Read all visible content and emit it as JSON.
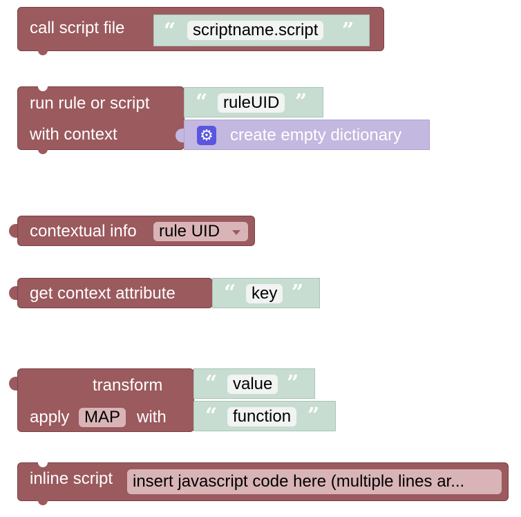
{
  "blocks": {
    "call_script": {
      "label": "call script file",
      "value": "scriptname.script"
    },
    "run_rule": {
      "label1": "run rule or script",
      "label2": "with context",
      "value": "ruleUID",
      "dict_label": "create empty dictionary",
      "dict_icon": "gear-icon"
    },
    "contextual_info": {
      "label": "contextual info",
      "dropdown": "rule UID"
    },
    "get_context": {
      "label": "get context attribute",
      "value": "key"
    },
    "transform": {
      "label1": "transform",
      "value1": "value",
      "label2a": "apply",
      "method": "MAP",
      "label2b": "with",
      "value2": "function"
    },
    "inline_script": {
      "label": "inline script",
      "placeholder": "insert javascript code here (multiple lines ar..."
    }
  },
  "quotes": {
    "open": "“",
    "close": "”"
  },
  "colors": {
    "block": "#9b5a5e",
    "string": "#c8ddd2",
    "dictionary": "#c3b8df",
    "gear": "#5a56e0"
  }
}
